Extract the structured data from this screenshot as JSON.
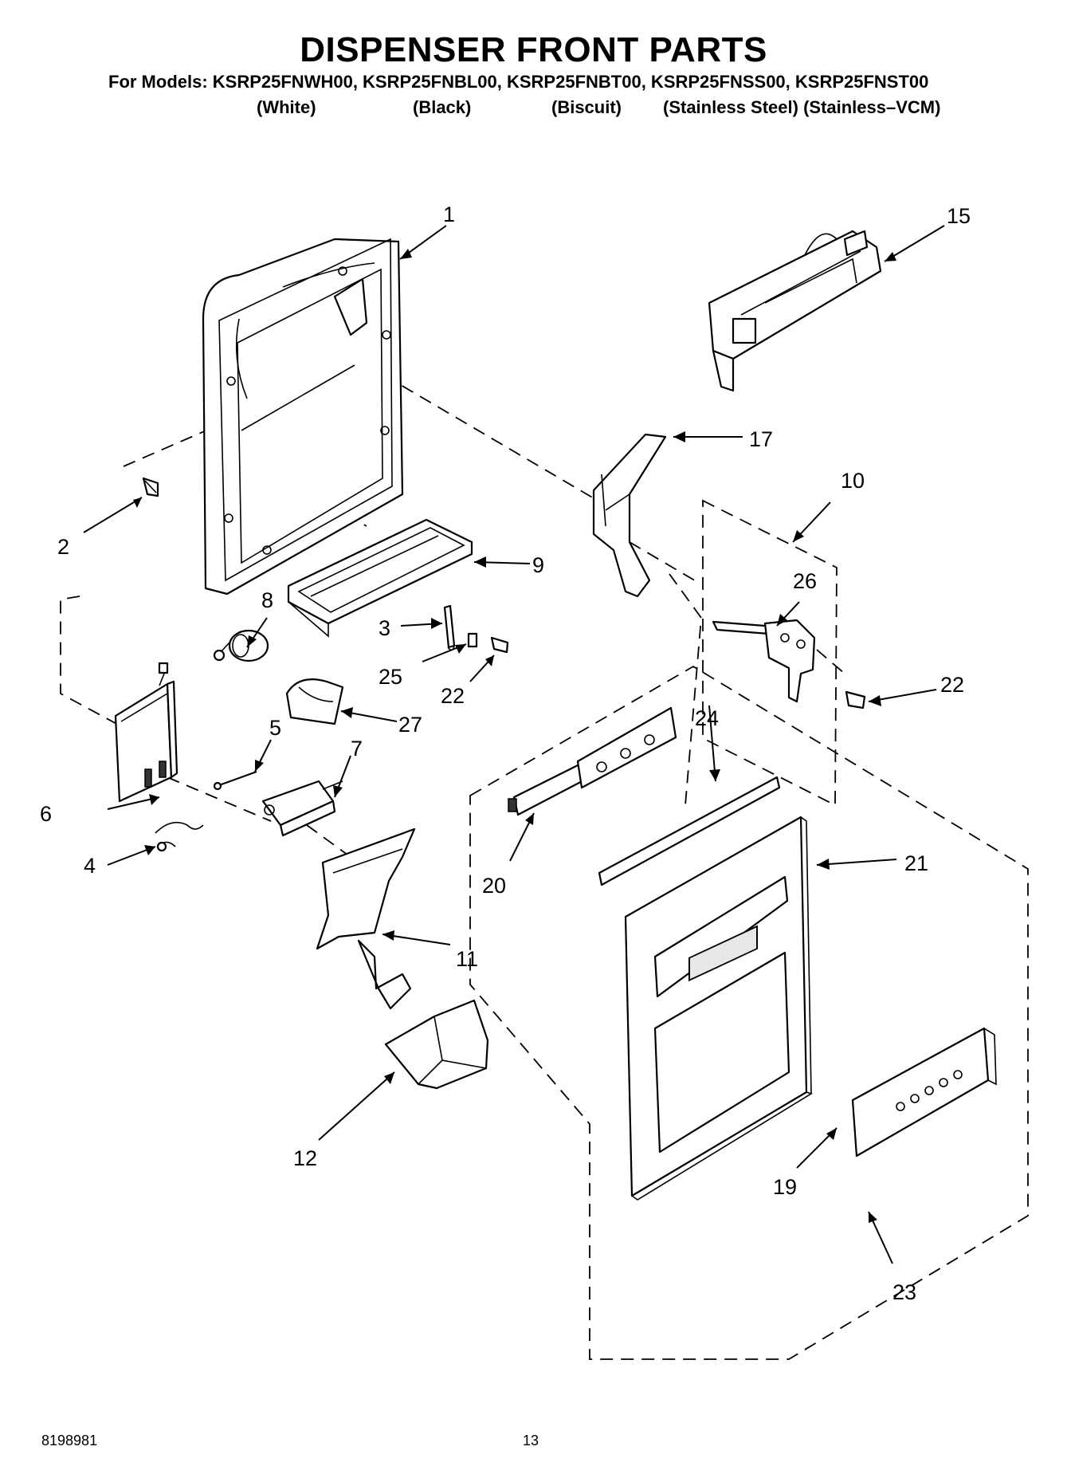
{
  "header": {
    "title": "DISPENSER FRONT PARTS",
    "models_line": "For Models: KSRP25FNWH00, KSRP25FNBL00, KSRP25FNBT00, KSRP25FNSS00, KSRP25FNST00",
    "finishes": [
      "(White)",
      "(Black)",
      "(Biscuit)",
      "(Stainless Steel) (Stainless–VCM)"
    ]
  },
  "callouts": {
    "c1": "1",
    "c2": "2",
    "c3": "3",
    "c4": "4",
    "c5": "5",
    "c6": "6",
    "c7": "7",
    "c8": "8",
    "c9": "9",
    "c10": "10",
    "c11": "11",
    "c12": "12",
    "c15": "15",
    "c17": "17",
    "c19": "19",
    "c20": "20",
    "c21": "21",
    "c22a": "22",
    "c22b": "22",
    "c23": "23",
    "c24": "24",
    "c25": "25",
    "c26": "26",
    "c27": "27"
  },
  "footer": {
    "doc_number": "8198981",
    "page_number": "13"
  }
}
